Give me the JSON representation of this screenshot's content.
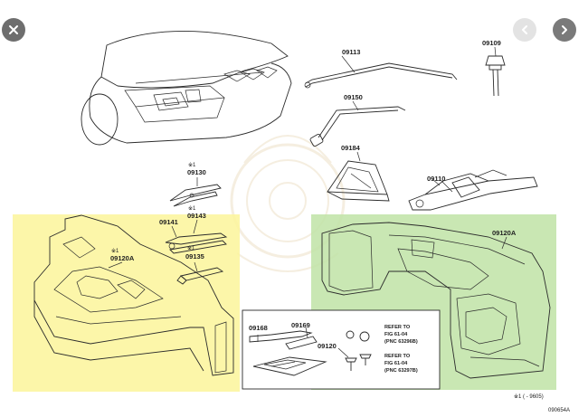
{
  "viewer": {
    "close_icon": "close-icon",
    "prev_icon": "chevron-left-icon",
    "next_icon": "chevron-right-icon"
  },
  "labels": {
    "p09113": "09113",
    "p09109": "09109",
    "p09150": "09150",
    "p09184": "09184",
    "p09130": "09130",
    "p09110": "09110",
    "p09141": "09141",
    "p09143": "09143",
    "p09120A_left": "09120A",
    "p09135": "09135",
    "p09120A_right": "09120A",
    "p09168": "09168",
    "p09169": "09169",
    "p09120": "09120",
    "ref1_line1": "REFER TO",
    "ref1_line2": "FIG 61-04",
    "ref1_line3": "(PNC 63296B)",
    "ref2_line1": "REFER TO",
    "ref2_line2": "FIG 61-04",
    "ref2_line3": "(PNC 63297B)",
    "mark_09130": "※1",
    "mark_09143": "※1",
    "mark_09120A": "※1",
    "mark_09135": "※1",
    "footnote": "※1 (      - 9605)",
    "drawing_no": "090654A"
  },
  "highlights": {
    "left_color": "#fbf49a",
    "right_color": "#bfe3a6"
  }
}
